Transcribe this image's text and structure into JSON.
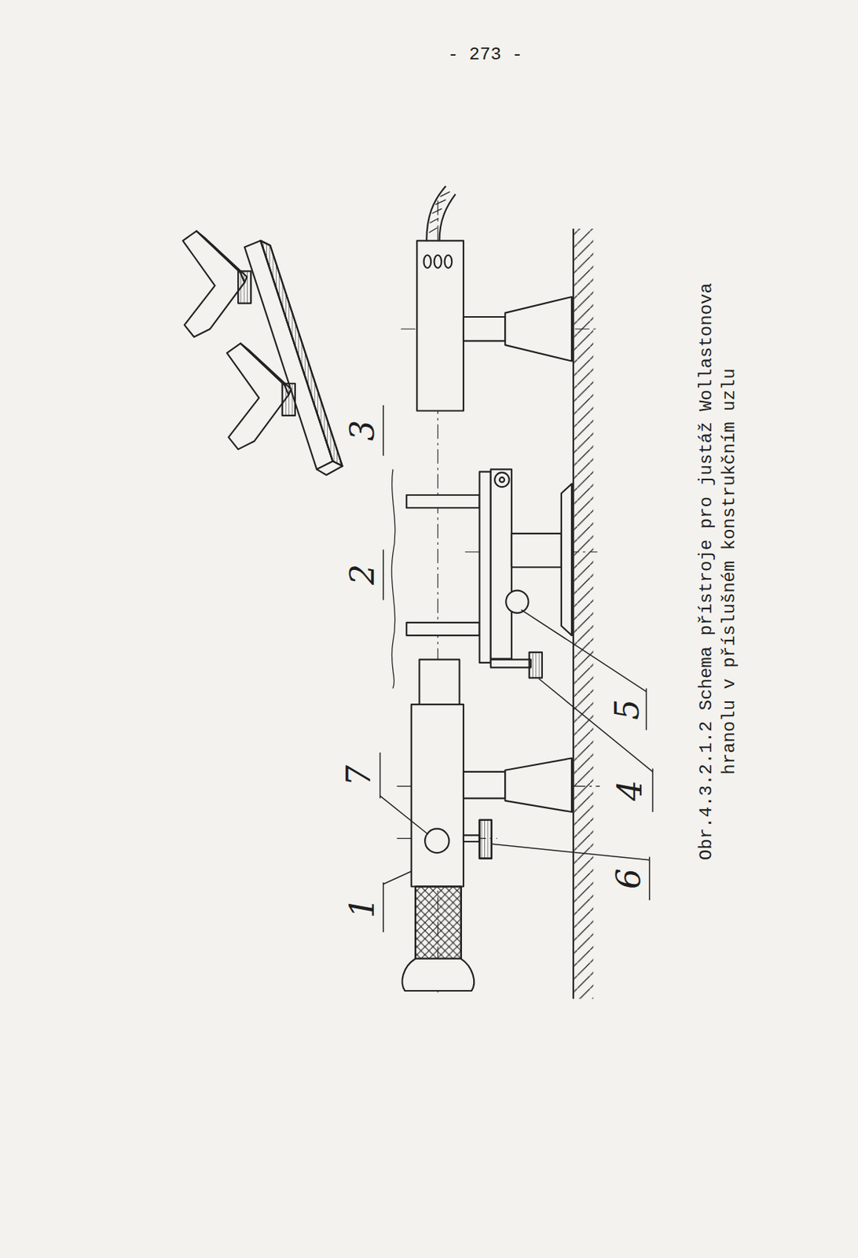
{
  "diagram": {
    "caption": "Obr.4.3.2.1.2 Schema přístroje pro justáž Wollastonova hranolu v příslušném konstrukčním uzlu",
    "labels": [
      "- 273 -",
      "1",
      "2",
      "3",
      "4",
      "5",
      "6",
      "7"
    ]
  }
}
